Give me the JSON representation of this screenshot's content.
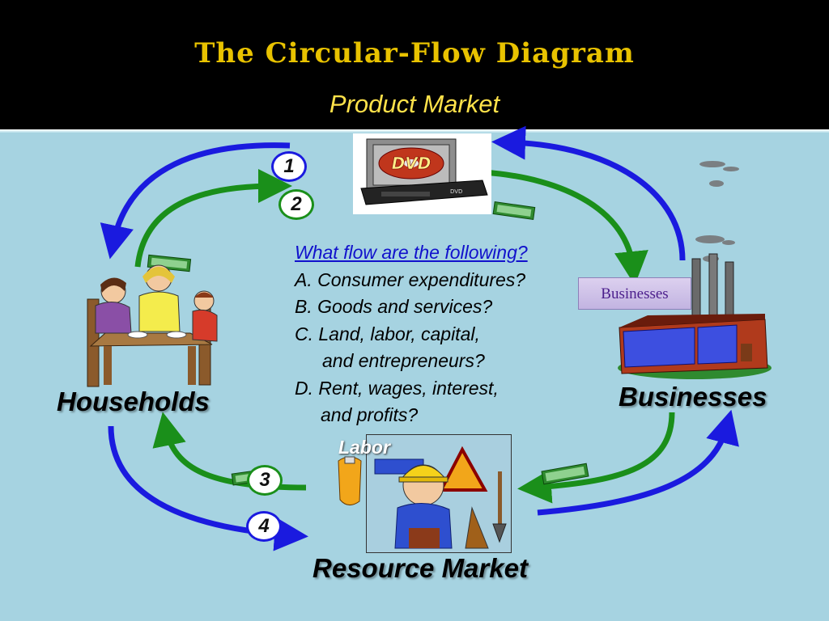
{
  "header": {
    "title": "The Circular-Flow Diagram",
    "subtitle": "Product Market"
  },
  "labels": {
    "households": "Households",
    "businesses": "Businesses",
    "resource_market": "Resource Market",
    "labor": "Labor",
    "businesses_tag": "Businesses",
    "dvd_text": "DVD"
  },
  "flows": [
    {
      "number": "1",
      "color": "#1a1adf"
    },
    {
      "number": "2",
      "color": "#1a8f1a"
    },
    {
      "number": "3",
      "color": "#1a8f1a"
    },
    {
      "number": "4",
      "color": "#1a1adf"
    }
  ],
  "questions": {
    "heading": "What flow are the following?",
    "a": "A. Consumer expenditures?",
    "b": "B. Goods and services?",
    "c1": "C. Land, labor, capital,",
    "c2": "and entrepreneurs?",
    "d1": "D. Rent, wages, interest,",
    "d2": "and profits?"
  },
  "colors": {
    "background": "#a6d3e1",
    "header_bg": "#000000",
    "title": "#e8c200",
    "subtitle": "#ffe24a",
    "blue_flow": "#1a1adf",
    "green_flow": "#1a8f1a"
  },
  "icons": [
    "dvd-player-icon",
    "family-dinner-icon",
    "factory-icon",
    "construction-worker-icon",
    "money-stack-icon",
    "smoke-icon"
  ]
}
